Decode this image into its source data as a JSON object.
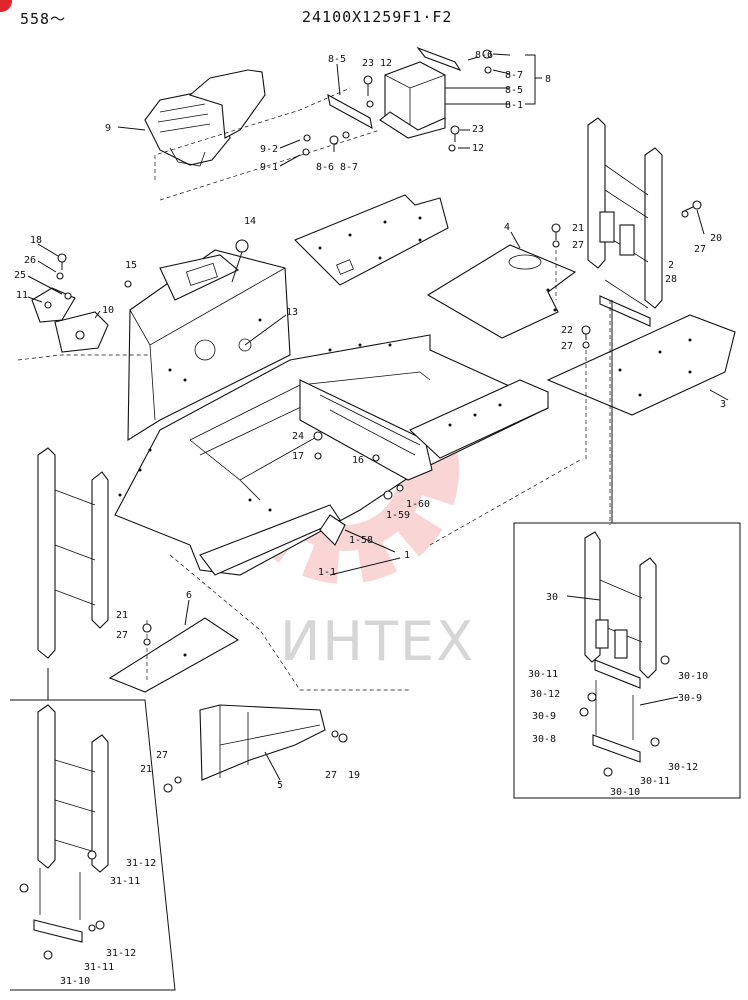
{
  "header": {
    "page_no": "558〜",
    "drawing_no": "24100X1259F1·F2"
  },
  "watermark": {
    "text": "ИНТЕХ",
    "color": "#f08a8a"
  },
  "callouts": {
    "c8_6a": "8-6",
    "c8_7a": "8-7",
    "c8": "8",
    "c8_5a": "8-5",
    "c8_1": "8-1",
    "c8_5b": "8-5",
    "c23a": "23",
    "c12a": "12",
    "c23b": "23",
    "c12b": "12",
    "c9": "9",
    "c9_2": "9-2",
    "c9_1": "9-1",
    "c8_6b": "8-6",
    "c8_7b": "8-7",
    "c14": "14",
    "c18": "18",
    "c26": "26",
    "c25": "25",
    "c11": "11",
    "c10": "10",
    "c15": "15",
    "c13": "13",
    "c4": "4",
    "c21a": "21",
    "c27a": "27",
    "c27b": "27",
    "c20": "20",
    "c2": "2",
    "c28": "28",
    "c22": "22",
    "c27c": "27",
    "c3": "3",
    "c24": "24",
    "c17": "17",
    "c16": "16",
    "c1_60": "1-60",
    "c1_59": "1-59",
    "c1_58": "1-58",
    "c1": "1",
    "c1_1": "1-1",
    "c6": "6",
    "c21b": "21",
    "c27d": "27",
    "c27e": "27",
    "c21c": "21",
    "c5": "5",
    "c27f": "27",
    "c19": "19",
    "c30": "30",
    "c30_11a": "30-11",
    "c30_10a": "30-10",
    "c30_12a": "30-12",
    "c30_9a": "30-9",
    "c30_9b": "30-9",
    "c30_8": "30-8",
    "c30_12b": "30-12",
    "c30_11b": "30-11",
    "c30_10b": "30-10",
    "c31_12a": "31-12",
    "c31_11a": "31-11",
    "c31_12b": "31-12",
    "c31_11b": "31-11",
    "c31_10": "31-10"
  }
}
